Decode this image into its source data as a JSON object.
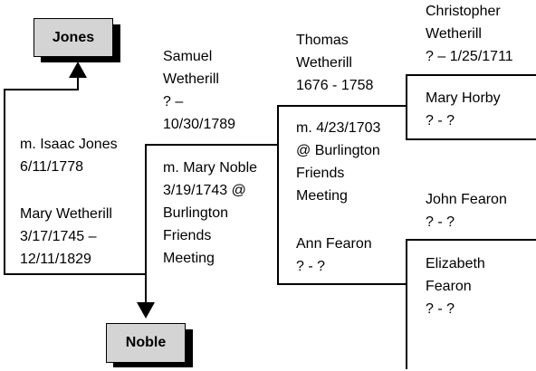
{
  "boxes": {
    "jones": "Jones",
    "noble": "Noble"
  },
  "people": {
    "christopher_wetherill": [
      "Christopher",
      "Wetherill",
      "? – 1/25/1711"
    ],
    "thomas_wetherill": [
      "Thomas",
      "Wetherill",
      "1676 - 1758"
    ],
    "samuel_wetherill": [
      "Samuel",
      "Wetherill",
      "? –",
      "10/30/1789"
    ],
    "mary_horby": [
      "Mary Horby",
      "? - ?"
    ],
    "john_fearon": [
      "John Fearon",
      "? - ?"
    ],
    "ann_fearon": [
      "Ann Fearon",
      "? - ?"
    ],
    "elizabeth_fearon": [
      "Elizabeth",
      "Fearon",
      "? - ?"
    ],
    "mary_wetherill": [
      "Mary Wetherill",
      "3/17/1745 –",
      "12/11/1829"
    ]
  },
  "marriages": {
    "isaac_jones": [
      "m. Isaac Jones",
      "6/11/1778"
    ],
    "mary_noble": [
      "m. Mary Noble",
      "3/19/1743 @",
      "Burlington",
      "Friends",
      "Meeting"
    ],
    "thomas_ann": [
      "m. 4/23/1703",
      "@ Burlington",
      "Friends",
      "Meeting"
    ]
  }
}
